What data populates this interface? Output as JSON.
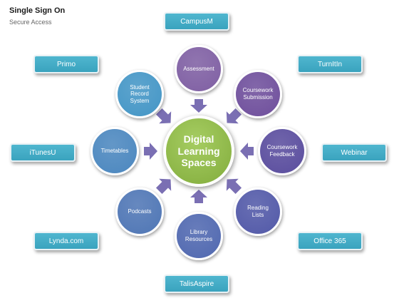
{
  "header": {
    "title": "Single Sign On",
    "subtitle": "Secure Access"
  },
  "center": {
    "label": "Digital\nLearning\nSpaces",
    "color": "#8fb84a"
  },
  "circles": [
    {
      "label": "Assessment",
      "color": "#7f5fa3"
    },
    {
      "label": "Coursework\nSubmission",
      "color": "#6f4f9c"
    },
    {
      "label": "Coursework\nFeedback",
      "color": "#5a4d9e"
    },
    {
      "label": "Reading\nLists",
      "color": "#5259a8"
    },
    {
      "label": "Library\nResources",
      "color": "#5068b0"
    },
    {
      "label": "Podcasts",
      "color": "#4f76b5"
    },
    {
      "label": "Timetables",
      "color": "#4b87bf"
    },
    {
      "label": "Student\nRecord\nSystem",
      "color": "#4496c6"
    }
  ],
  "systems": [
    {
      "label": "CampusM"
    },
    {
      "label": "TurnItIn"
    },
    {
      "label": "Webinar"
    },
    {
      "label": "Office 365"
    },
    {
      "label": "TalisAspire"
    },
    {
      "label": "Lynda.com"
    },
    {
      "label": "iTunesU"
    },
    {
      "label": "Primo"
    }
  ],
  "colors": {
    "system_box": "#44acc7",
    "arrow": "#7a6fb3"
  }
}
